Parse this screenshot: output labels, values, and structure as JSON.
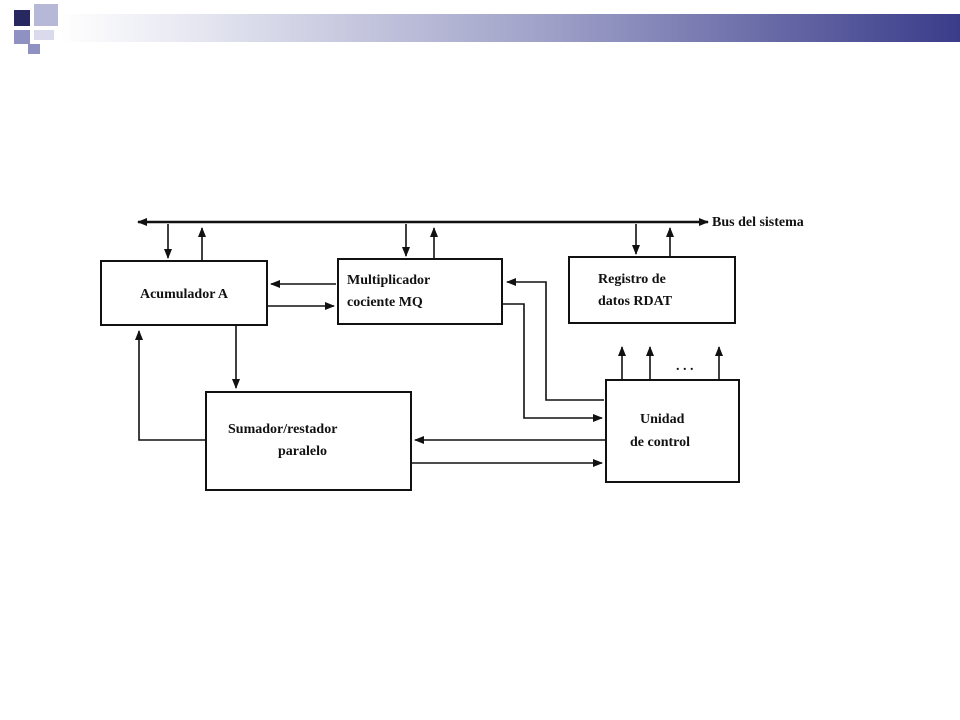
{
  "diagram": {
    "bus_label": "Bus del sistema",
    "blocks": {
      "acumulador": [
        "Acumulador A"
      ],
      "multiplicador": [
        "Multiplicador",
        "cociente MQ"
      ],
      "registro": [
        "Registro de",
        "datos RDAT"
      ],
      "sumador": [
        "Sumador/restador",
        "paralelo"
      ],
      "unidad": [
        "Unidad",
        "de control"
      ]
    },
    "control_ellipsis": ". . ."
  },
  "colors": {
    "slide_navy": "#26285f",
    "slide_periwinkle": "#8f91c2",
    "slide_lavender": "#b7b8d8",
    "line": "#111111"
  }
}
